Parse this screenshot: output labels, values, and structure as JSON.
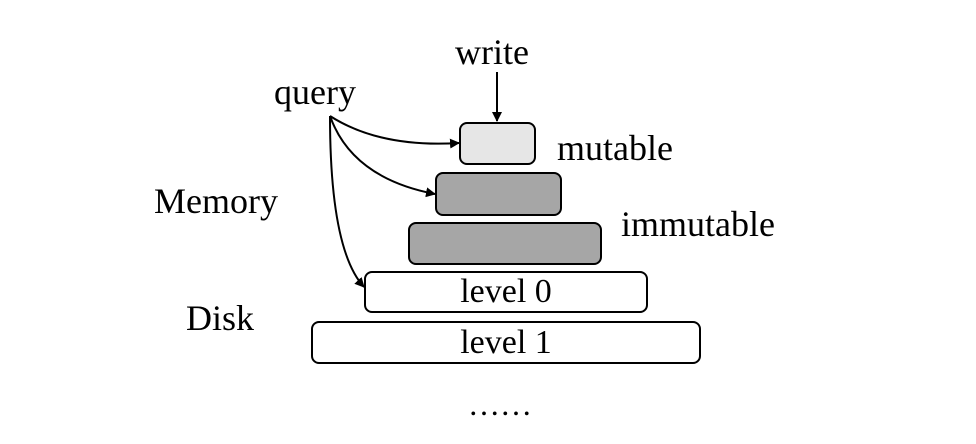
{
  "labels": {
    "write": "write",
    "query": "query",
    "mutable": "mutable",
    "immutable": "immutable",
    "memory": "Memory",
    "disk": "Disk",
    "ellipsis": "……"
  },
  "levels": {
    "level0": "level 0",
    "level1": "level 1"
  },
  "colors": {
    "mutable_fill": "#e6e6e6",
    "immutable_fill": "#a6a6a6",
    "disk_fill": "#ffffff",
    "stroke": "#000000"
  }
}
